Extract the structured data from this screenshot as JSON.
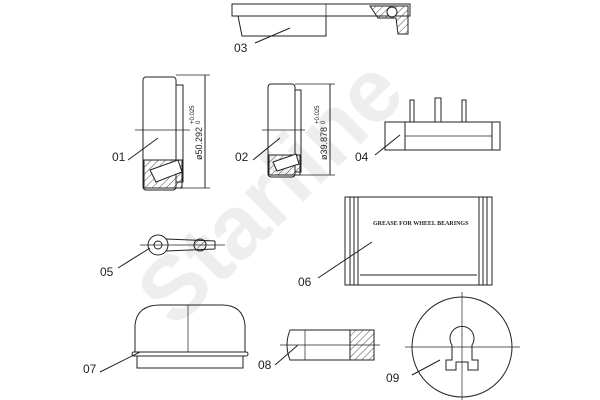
{
  "watermark": "Starline",
  "parts": {
    "p01": {
      "label": "01",
      "dimension": "ø50.292",
      "tol_upper": "+0.025",
      "tol_lower": "0"
    },
    "p02": {
      "label": "02",
      "dimension": "ø39.878",
      "tol_upper": "+0.025",
      "tol_lower": "0"
    },
    "p03": {
      "label": "03"
    },
    "p04": {
      "label": "04"
    },
    "p05": {
      "label": "05"
    },
    "p06": {
      "label": "06",
      "package_text": "GREASE FOR WHEEL BEARINGS"
    },
    "p07": {
      "label": "07"
    },
    "p08": {
      "label": "08"
    },
    "p09": {
      "label": "09"
    }
  }
}
